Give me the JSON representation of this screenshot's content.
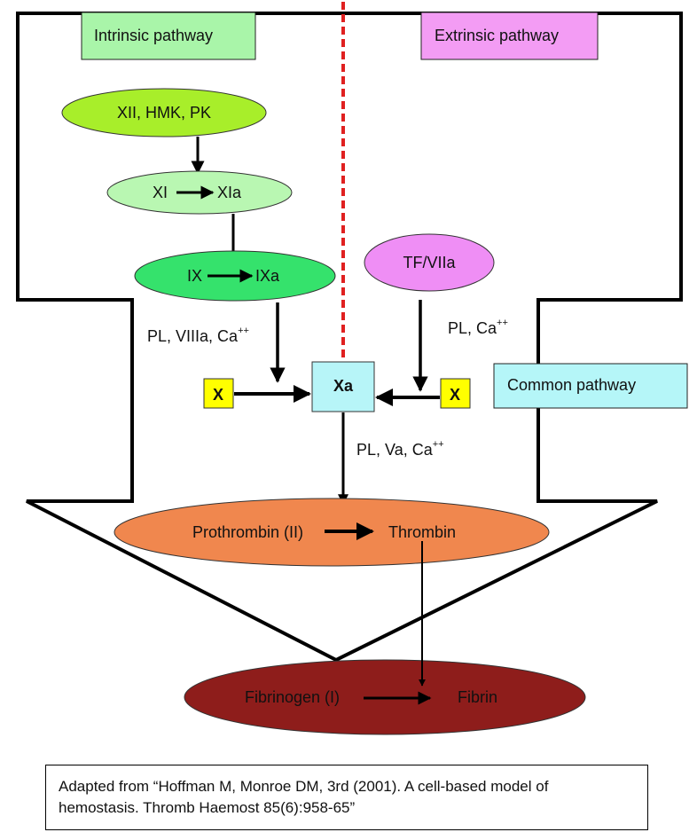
{
  "labels": {
    "intrinsic": "Intrinsic pathway",
    "extrinsic": "Extrinsic pathway",
    "common": "Common pathway"
  },
  "nodes": {
    "xii": "XII, HMK, PK",
    "xi": "XI",
    "xia": "XIa",
    "ix": "IX",
    "ixa": "IXa",
    "tf": "TF/VIIa",
    "x_left": "X",
    "x_right": "X",
    "xa": "Xa",
    "prothrombin": "Prothrombin (II)",
    "thrombin": "Thrombin",
    "fibrinogen": "Fibrinogen (I)",
    "fibrin": "Fibrin"
  },
  "cofactors": {
    "left_base": "PL, VIIIa, Ca",
    "left_sup": "++",
    "right_base": "PL, Ca",
    "right_sup": "++",
    "center_base": "PL, Va, Ca",
    "center_sup": "++"
  },
  "citation": {
    "line1": "Adapted from “Hoffman M, Monroe DM, 3rd (2001). A cell-based model of",
    "line2": "hemostasis. Thromb Haemost 85(6):958-65”"
  },
  "colors": {
    "intrinsic_box": "#a9f5a9",
    "extrinsic_box": "#f39cf4",
    "common_box": "#b5f6f8",
    "xii": "#a8ee2a",
    "xi": "#b9f7b2",
    "ix": "#35e26c",
    "tf": "#ef8ef5",
    "x_box": "#ffff00",
    "xa_box": "#b7f5f8",
    "prothrombin": "#f0874e",
    "fibrinogen": "#8e1d1b",
    "divider": "#e02020"
  }
}
